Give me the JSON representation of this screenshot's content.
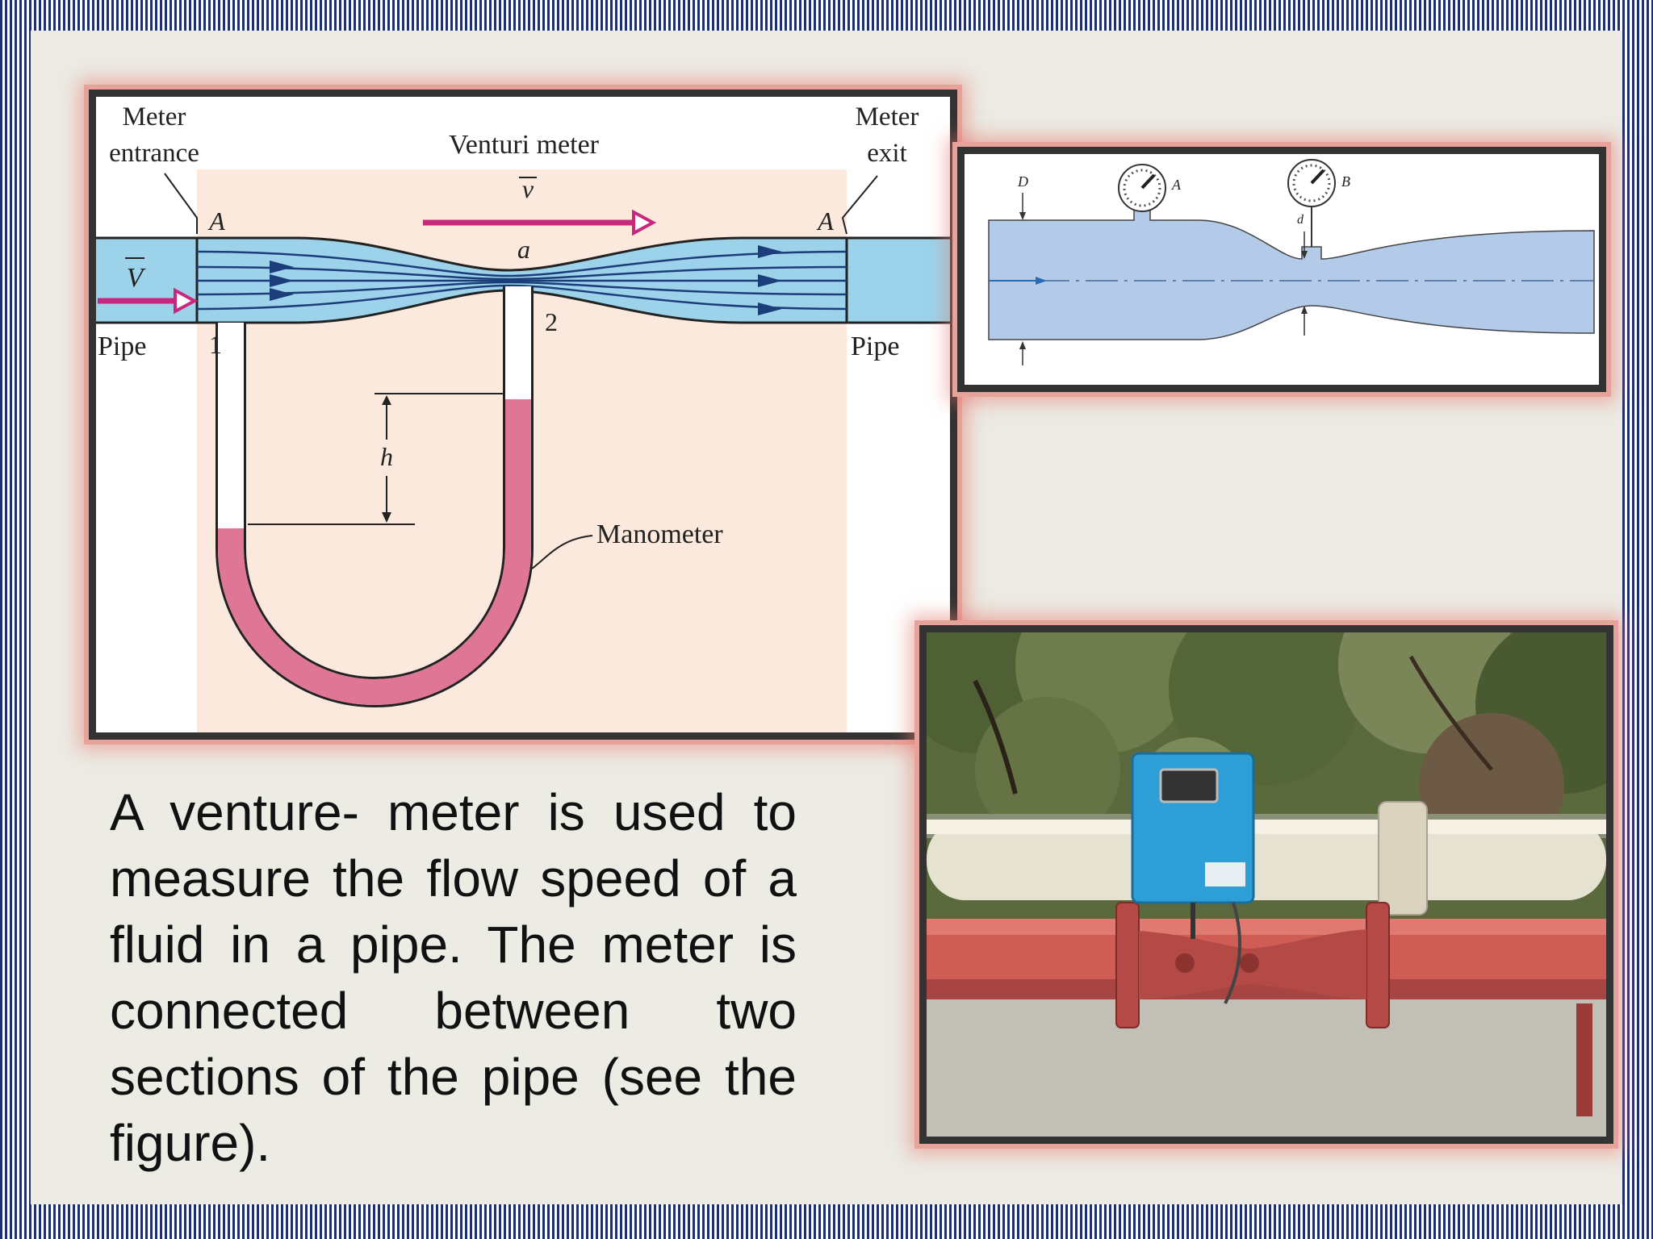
{
  "caption": "A venture- meter is used to measure the flow speed of a fluid in a pipe. The meter is connected between two sections of the pipe (see the figure).",
  "venturi_diagram": {
    "label_meter_entrance_line1": "Meter",
    "label_meter_entrance_line2": "entrance",
    "label_meter_exit_line1": "Meter",
    "label_meter_exit_line2": "exit",
    "label_title": "Venturi meter",
    "label_v_small": "v",
    "label_V_large": "V",
    "label_A_left": "A",
    "label_A_right": "A",
    "label_a": "a",
    "label_pipe_left": "Pipe",
    "label_pipe_right": "Pipe",
    "label_point_1": "1",
    "label_point_2": "2",
    "label_h": "h",
    "label_manometer": "Manometer"
  },
  "venturi_gauge_diagram": {
    "label_D": "D",
    "label_d": "d",
    "label_gauge_A": "A",
    "label_gauge_B": "B"
  },
  "photo": {
    "description_icon": "flow-meter-photo"
  },
  "colors": {
    "pipe_blue": "#9cd3ea",
    "manometer_pink": "#e07696",
    "arrow_magenta": "#c8277d",
    "frame_glow": "#e7a29a",
    "border_stripes": "#1f2f6e"
  }
}
